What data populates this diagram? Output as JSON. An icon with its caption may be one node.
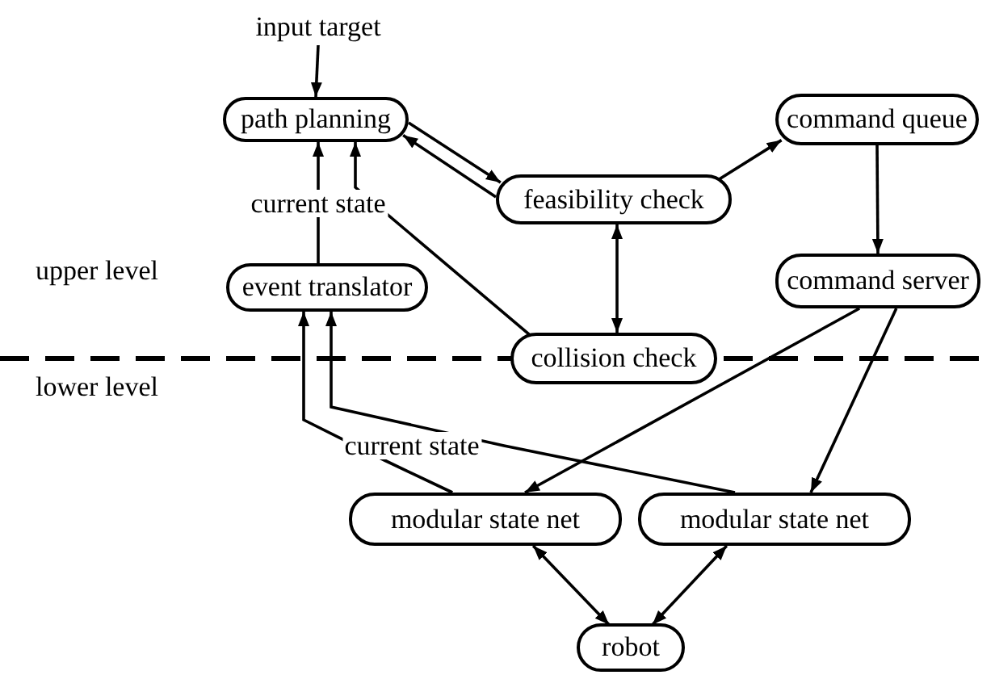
{
  "diagram": {
    "nodes": [
      {
        "text": [
          "input target"
        ]
      },
      {
        "text": [
          "path planning"
        ]
      },
      {
        "text": [
          "feasibility check"
        ]
      },
      {
        "text": [
          "command queue"
        ]
      },
      {
        "text": [
          "event translator"
        ]
      },
      {
        "text": [
          "command server"
        ]
      },
      {
        "text": [
          "collision check"
        ]
      },
      {
        "text": [
          "modular state net"
        ]
      },
      {
        "text": [
          "modular state net"
        ]
      },
      {
        "text": [
          "robot"
        ]
      }
    ],
    "edges": [
      {
        "from": 0,
        "to": 1,
        "arrow": "to"
      },
      {
        "from": 4,
        "to": 1,
        "arrow": "to",
        "label": "current state"
      },
      {
        "from": 6,
        "to": 1,
        "arrow": "to"
      },
      {
        "from": 1,
        "to": 2,
        "arrow": "to"
      },
      {
        "from": 2,
        "to": 1,
        "arrow": "to"
      },
      {
        "from": 2,
        "to": 3,
        "arrow": "to"
      },
      {
        "from": 3,
        "to": 5,
        "arrow": "to"
      },
      {
        "from": 2,
        "to": 6,
        "arrow": "both"
      },
      {
        "from": 5,
        "to": 7,
        "arrow": "to"
      },
      {
        "from": 5,
        "to": 8,
        "arrow": "to"
      },
      {
        "from": 7,
        "to": 9,
        "arrow": "both"
      },
      {
        "from": 8,
        "to": 9,
        "arrow": "both"
      },
      {
        "from": 7,
        "to": 4,
        "arrow": "to",
        "label": "current state"
      },
      {
        "from": 8,
        "to": 4,
        "arrow": "to"
      }
    ],
    "labels": [
      "upper level",
      "lower level"
    ]
  }
}
